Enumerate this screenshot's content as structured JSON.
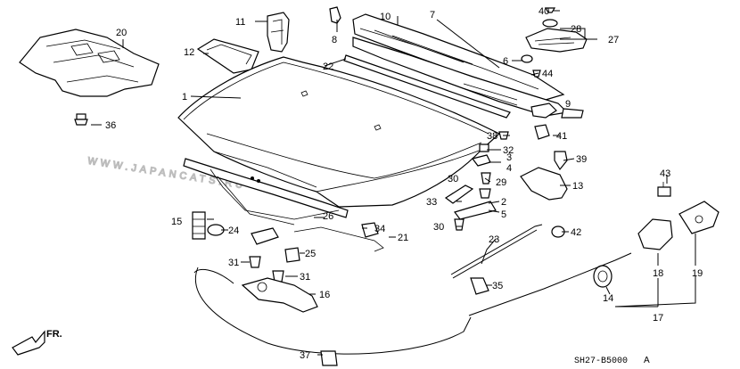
{
  "diagram": {
    "code": "SH27-B5000",
    "code_suffix": "A",
    "fr_label": "FR.",
    "watermark": "WWW.JAPANCATS.RU",
    "callouts": [
      "1",
      "2",
      "3",
      "4",
      "5",
      "6",
      "7",
      "8",
      "9",
      "10",
      "11",
      "12",
      "13",
      "14",
      "15",
      "16",
      "17",
      "18",
      "19",
      "20",
      "21",
      "22",
      "23",
      "24",
      "25",
      "26",
      "27",
      "28",
      "29",
      "30",
      "31",
      "32",
      "33",
      "34",
      "35",
      "36",
      "37",
      "38",
      "39",
      "40",
      "41",
      "42",
      "43",
      "44"
    ]
  }
}
